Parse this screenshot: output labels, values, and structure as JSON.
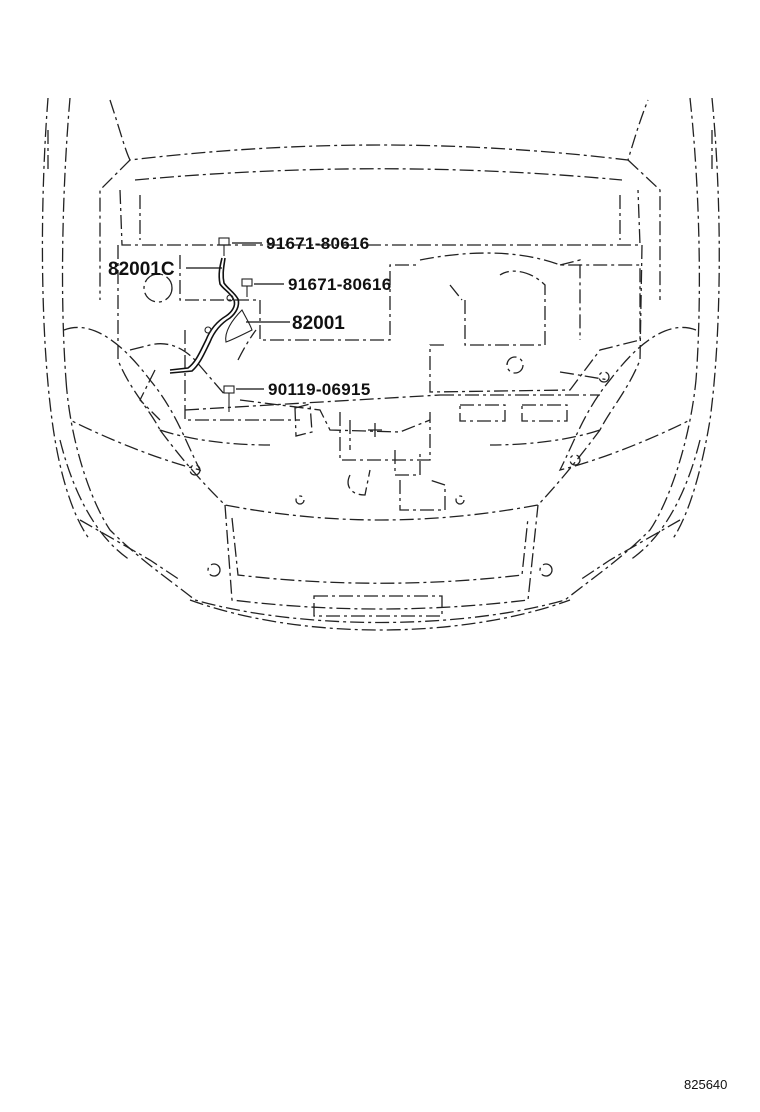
{
  "callouts": {
    "c1": "91671-80616",
    "c2": "82001C",
    "c3": "91671-80616",
    "c4": "82001",
    "c5": "90119-06915"
  },
  "figure_ref": "825640"
}
